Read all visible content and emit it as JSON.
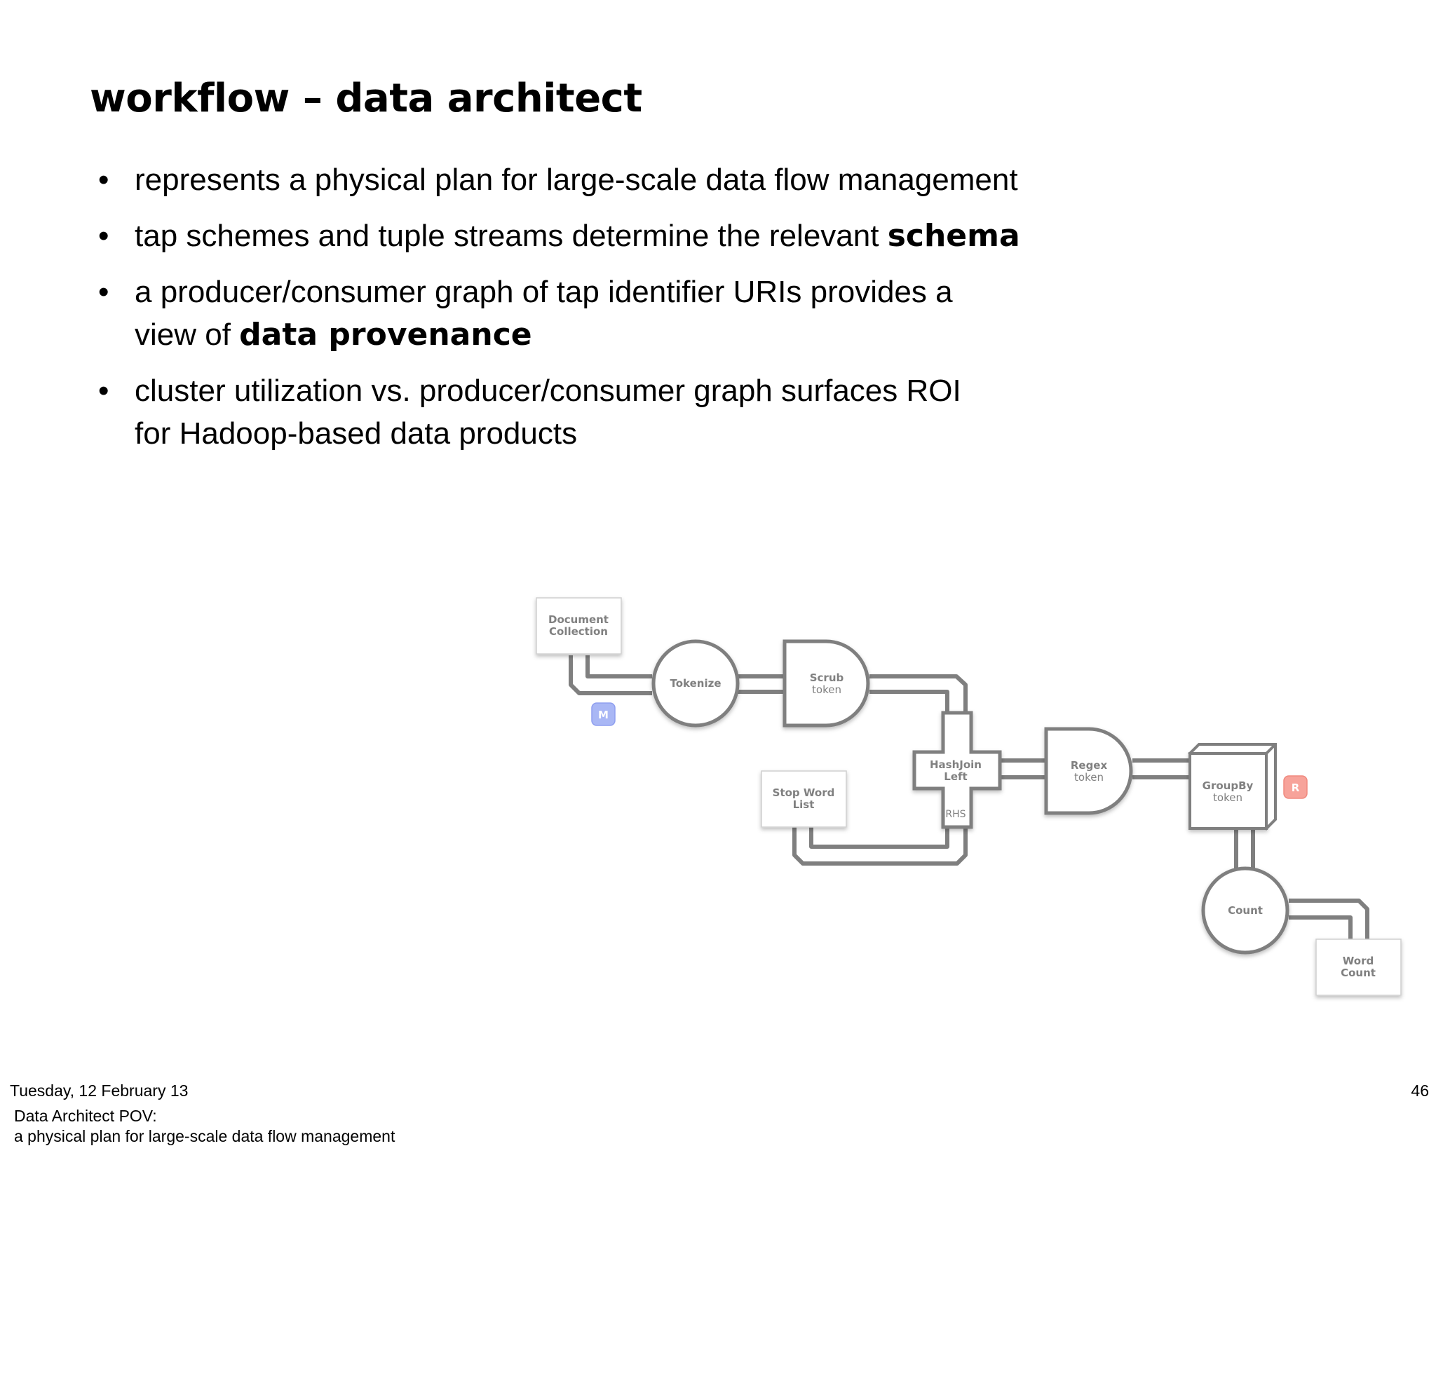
{
  "slide": {
    "title": "workflow – data architect",
    "bullets": [
      {
        "pre": "represents a physical plan for large-scale data flow management",
        "bold": "",
        "post": ""
      },
      {
        "pre": "tap schemes and tuple streams determine the relevant ",
        "bold": "schema",
        "post": ""
      },
      {
        "pre": "a producer/consumer graph of tap identifier URIs provides a",
        "pre2": "view of ",
        "bold": "data provenance",
        "post": ""
      },
      {
        "pre": "cluster utilization vs. producer/consumer graph surfaces ROI",
        "pre2": "for Hadoop-based data products",
        "bold": "",
        "post": ""
      }
    ],
    "bullet_glyph": "•"
  },
  "diagram": {
    "nodes": {
      "document_collection": {
        "line1": "Document",
        "line2": "Collection"
      },
      "tokenize": {
        "label": "Tokenize"
      },
      "scrub": {
        "label": "Scrub",
        "sub": "token"
      },
      "stop_word_list": {
        "line1": "Stop Word",
        "line2": "List"
      },
      "hashjoin": {
        "line1": "HashJoin",
        "line2": "Left",
        "rhs": "RHS"
      },
      "regex": {
        "label": "Regex",
        "sub": "token"
      },
      "groupby": {
        "label": "GroupBy",
        "sub": "token"
      },
      "count": {
        "label": "Count"
      },
      "word_count": {
        "line1": "Word",
        "line2": "Count"
      }
    },
    "badges": {
      "map": {
        "label": "M",
        "color": "#a9b7f5"
      },
      "reduce": {
        "label": "R",
        "color": "#f7a39a"
      }
    },
    "colors": {
      "stroke": "#7f7f7f",
      "text": "#808080"
    }
  },
  "footer": {
    "date": "Tuesday, 12 February 13",
    "page": "46",
    "notes_line1": "Data Architect POV:",
    "notes_line2": "a physical plan for large-scale data flow management"
  }
}
